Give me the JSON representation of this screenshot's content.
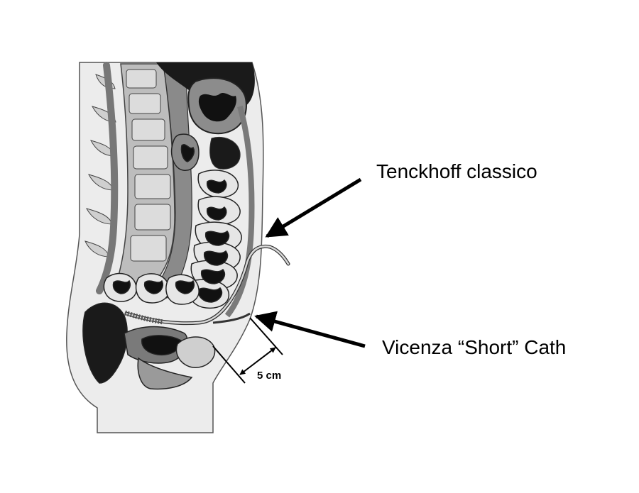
{
  "labels": {
    "tenckhoff": "Tenckhoff classico",
    "vicenza": "Vicenza “Short” Cath",
    "distance": "5 cm"
  },
  "colors": {
    "background": "#ffffff",
    "skin": "#e9e9e9",
    "muscle": "#8a8a8a",
    "bone": "#c8c8c8",
    "dark_organ": "#1a1a1a",
    "arrow": "#000000"
  },
  "icons": {
    "anatomy": "abdominal-cross-section",
    "pointer": "arrow"
  }
}
